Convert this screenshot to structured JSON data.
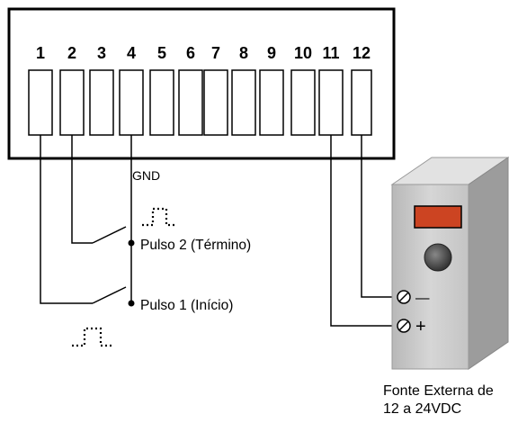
{
  "terminals": [
    "1",
    "2",
    "3",
    "4",
    "5",
    "6",
    "7",
    "8",
    "9",
    "10",
    "11",
    "12"
  ],
  "labels": {
    "gnd": "GND",
    "pulse2": "Pulso 2 (Término)",
    "pulse1": "Pulso 1 (Início)",
    "minus": "—",
    "plus": "+"
  },
  "power_supply": {
    "caption_line1": "Fonte Externa de",
    "caption_line2": "12 a 24VDC",
    "display_color": "#cc4422",
    "body_color": "#c8c8c8"
  }
}
